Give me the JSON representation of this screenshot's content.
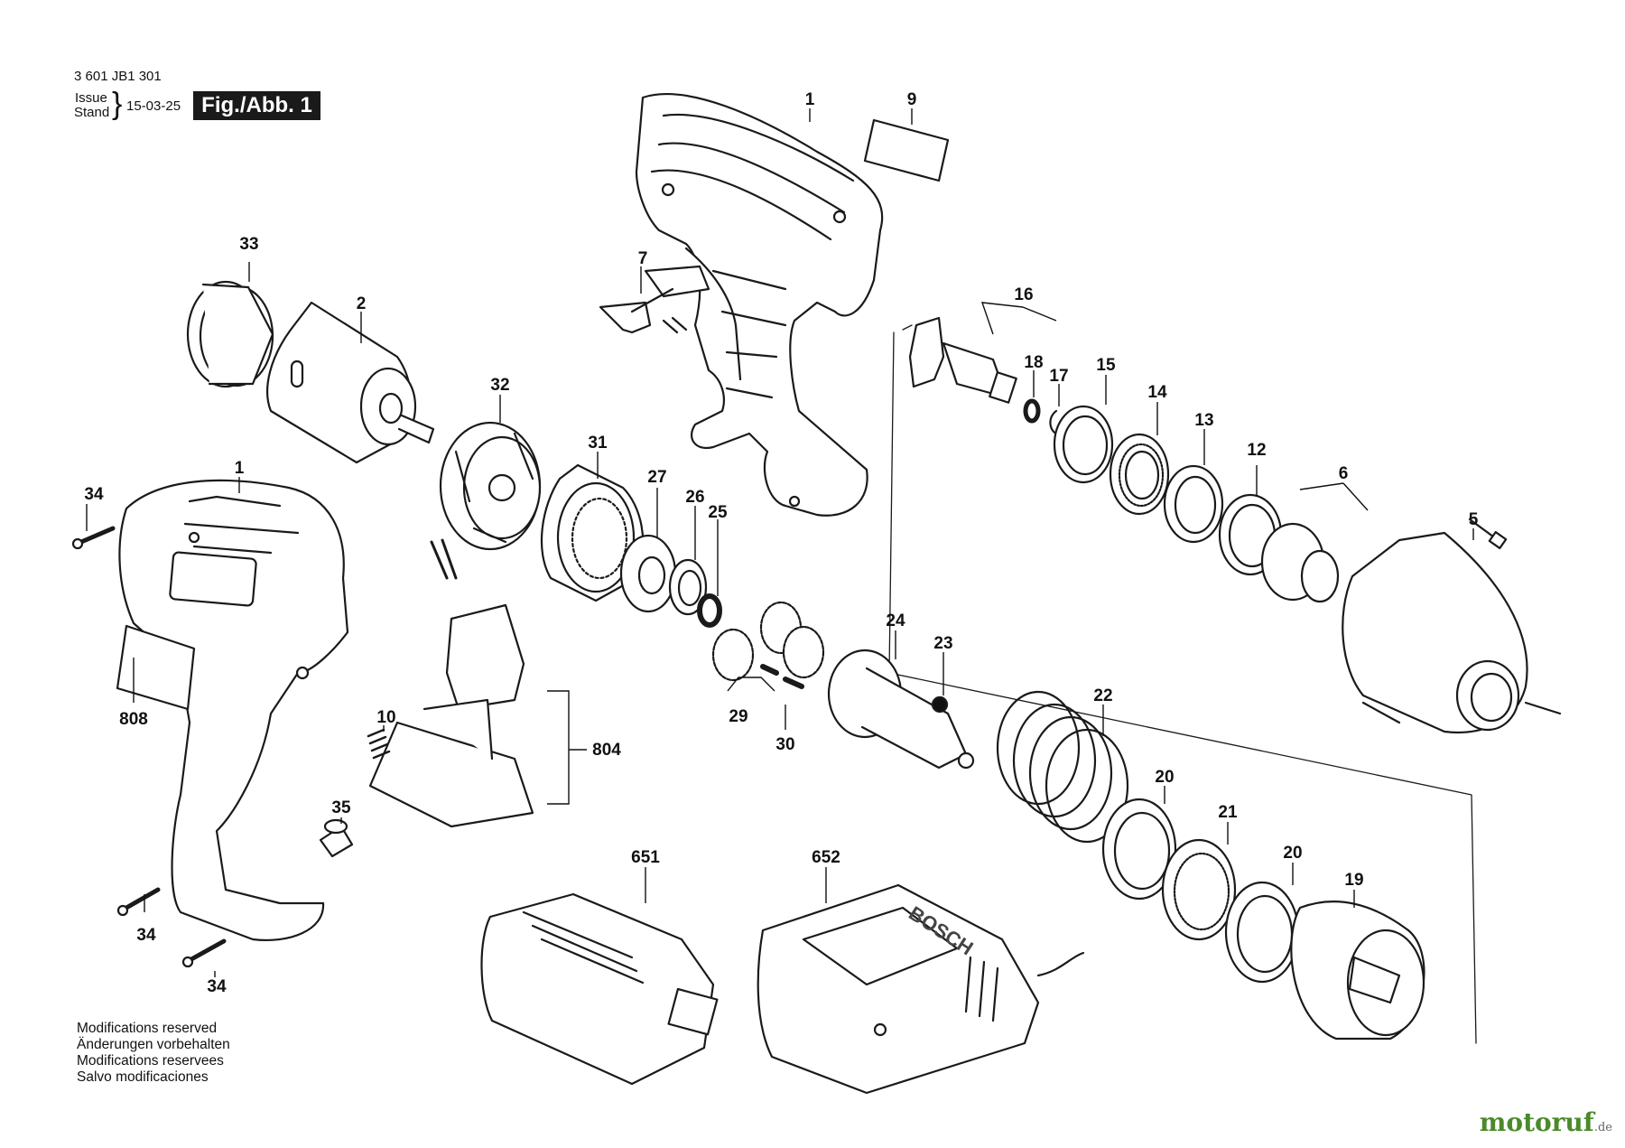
{
  "header": {
    "doc_number": "3 601 JB1 301",
    "issue_label": "Issue",
    "stand_label": "Stand",
    "date": "15-03-25",
    "figure": "Fig./Abb. 1"
  },
  "footer": {
    "modifications": [
      "Modifications reserved",
      "Änderungen vorbehalten",
      "Modifications reservees",
      "Salvo modificaciones"
    ]
  },
  "brand": {
    "name": "motoruf",
    "tld": ".de"
  },
  "charger_brand": "BOSCH",
  "part_labels": {
    "housing_top": "1",
    "housing_left": "1",
    "motor": "2",
    "screw_right_top": "5",
    "hammer_assembly": "6",
    "switch_lever": "7",
    "nameplate_top": "9",
    "spring_small": "10",
    "washer_12": "12",
    "washer_13": "13",
    "bearing_14": "14",
    "washer_15": "15",
    "spindle_16": "16",
    "ring_17": "17",
    "oring_18": "18",
    "hammer_19": "19",
    "washer_20_upper": "20",
    "washer_20_lower": "20",
    "bearing_21": "21",
    "spring_22": "22",
    "ball_23": "23",
    "spindle_24": "24",
    "oring_25": "25",
    "washer_26": "26",
    "bearing_27": "27",
    "gears_29": "29",
    "pins_30": "30",
    "ring_gear_31": "31",
    "bearing_plate_32": "32",
    "cap_33": "33",
    "screw_34_top": "34",
    "screw_34_mid": "34",
    "screw_34_bottom": "34",
    "led_35": "35",
    "battery_651": "651",
    "charger_652": "652",
    "switch_804": "804",
    "nameplate_808": "808"
  }
}
